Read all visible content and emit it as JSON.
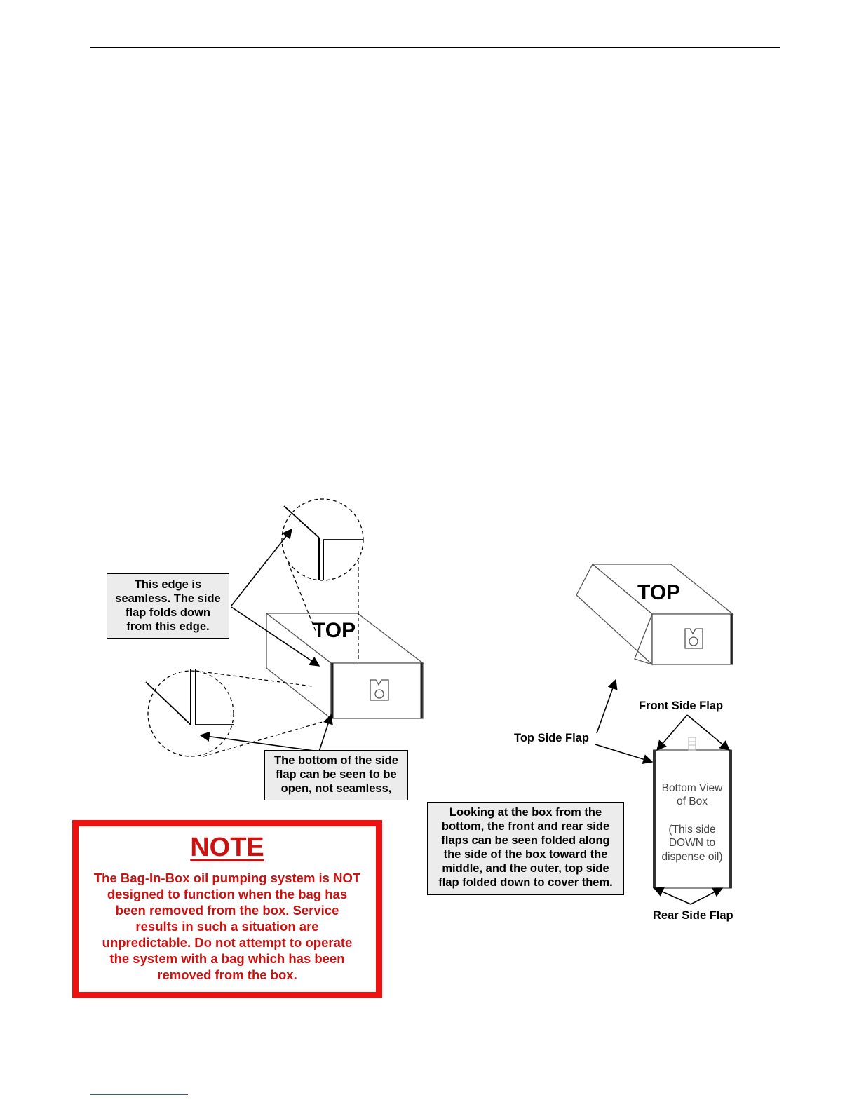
{
  "diagram": {
    "left_box": {
      "top_label": "TOP",
      "callout_seamless": [
        "This edge is",
        "seamless. The side",
        "flap folds down",
        "from this edge."
      ],
      "callout_open": [
        "The bottom of the side",
        "flap can be seen to be",
        "open, not seamless,"
      ]
    },
    "right_box": {
      "top_label": "TOP",
      "top_side_flap": "Top Side Flap",
      "front_side_flap": "Front Side Flap",
      "rear_side_flap": "Rear Side Flap",
      "bottom_view_lines": [
        "Bottom View",
        "of Box"
      ],
      "this_side_lines": [
        "(This side",
        "DOWN to",
        "dispense oil)"
      ],
      "callout_looking": [
        "Looking at the box from the",
        "bottom, the front and rear side",
        "flaps can be seen folded along",
        "the side of the box toward the",
        "middle, and the outer, top side",
        "flap folded down to cover them."
      ]
    }
  },
  "note": {
    "title": "NOTE",
    "lines": [
      "The Bag-In-Box oil pumping system is NOT",
      "designed to function when the bag has",
      "been removed from the box. Service",
      "results in such a situation are",
      "unpredictable. Do not attempt to operate",
      "the system with a bag which has been",
      "removed from the box."
    ]
  },
  "colors": {
    "note_red": "#ee1111",
    "callout_bg": "#ececec"
  }
}
